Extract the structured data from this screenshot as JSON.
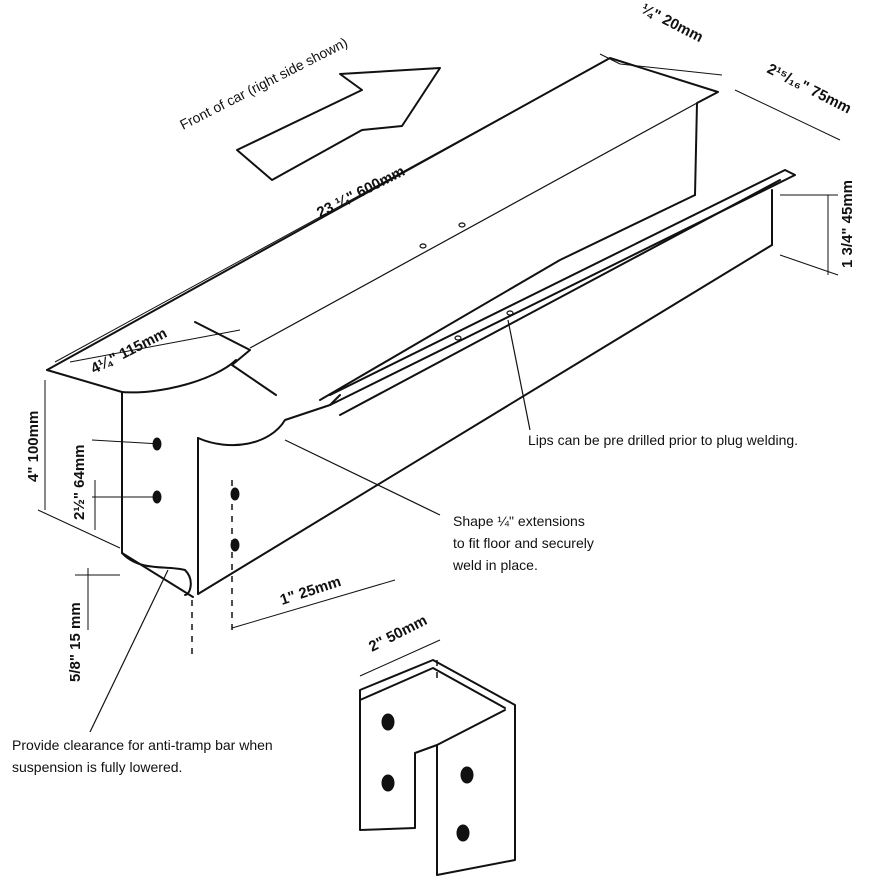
{
  "direction_label": "Front of car (right side shown)",
  "dimensions": {
    "top_flange": "¼\" 20mm",
    "top_width": "2¹⁵/₁₆\" 75mm",
    "length": "23 ¼\" 600mm",
    "end_depth": "4¼\" 115mm",
    "right_height": "1 3/4\" 45mm",
    "height": "4\" 100mm",
    "hole_spacing": "2½\" 64mm",
    "tab_width": "1\" 25mm",
    "bottom_offset": "5/8\" 15 mm",
    "bracket_width": "2\" 50mm"
  },
  "notes": {
    "lips": "Lips can be pre drilled prior to plug welding.",
    "shape_line1": "Shape ¼\" extensions",
    "shape_line2": "to fit floor and securely",
    "shape_line3": "weld in place.",
    "clearance_line1": "Provide clearance for anti-tramp bar when",
    "clearance_line2": "suspension is fully lowered."
  },
  "colors": {
    "ink": "#111111",
    "paper": "#ffffff"
  }
}
